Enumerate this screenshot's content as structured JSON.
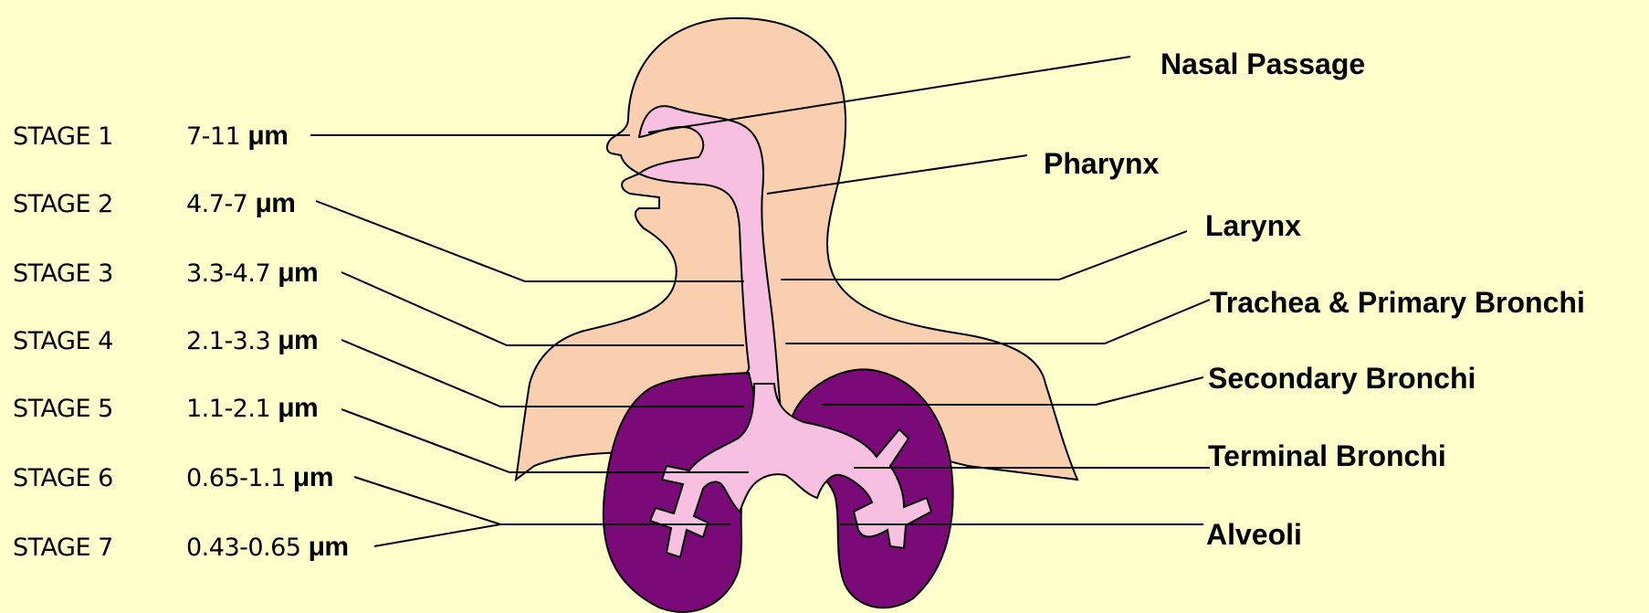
{
  "stages": [
    {
      "label": "STAGE 1",
      "size": "7-11",
      "unit": "μm"
    },
    {
      "label": "STAGE 2",
      "size": "4.7-7",
      "unit": "μm"
    },
    {
      "label": "STAGE 3",
      "size": "3.3-4.7",
      "unit": "μm"
    },
    {
      "label": "STAGE 4",
      "size": "2.1-3.3",
      "unit": "μm"
    },
    {
      "label": "STAGE 5",
      "size": "1.1-2.1",
      "unit": "μm"
    },
    {
      "label": "STAGE 6",
      "size": "0.65-1.1",
      "unit": "μm"
    },
    {
      "label": "STAGE 7",
      "size": "0.43-0.65",
      "unit": "μm"
    }
  ],
  "regions": [
    {
      "label": "Nasal Passage"
    },
    {
      "label": "Pharynx"
    },
    {
      "label": "Larynx"
    },
    {
      "label": "Trachea & Primary Bronchi"
    },
    {
      "label": "Secondary Bronchi"
    },
    {
      "label": "Terminal Bronchi"
    },
    {
      "label": "Alveoli"
    }
  ],
  "colors": {
    "background": "#ffffcc",
    "skin": "#f9cfb0",
    "airway": "#f7bfe0",
    "lung": "#7a0a78"
  }
}
